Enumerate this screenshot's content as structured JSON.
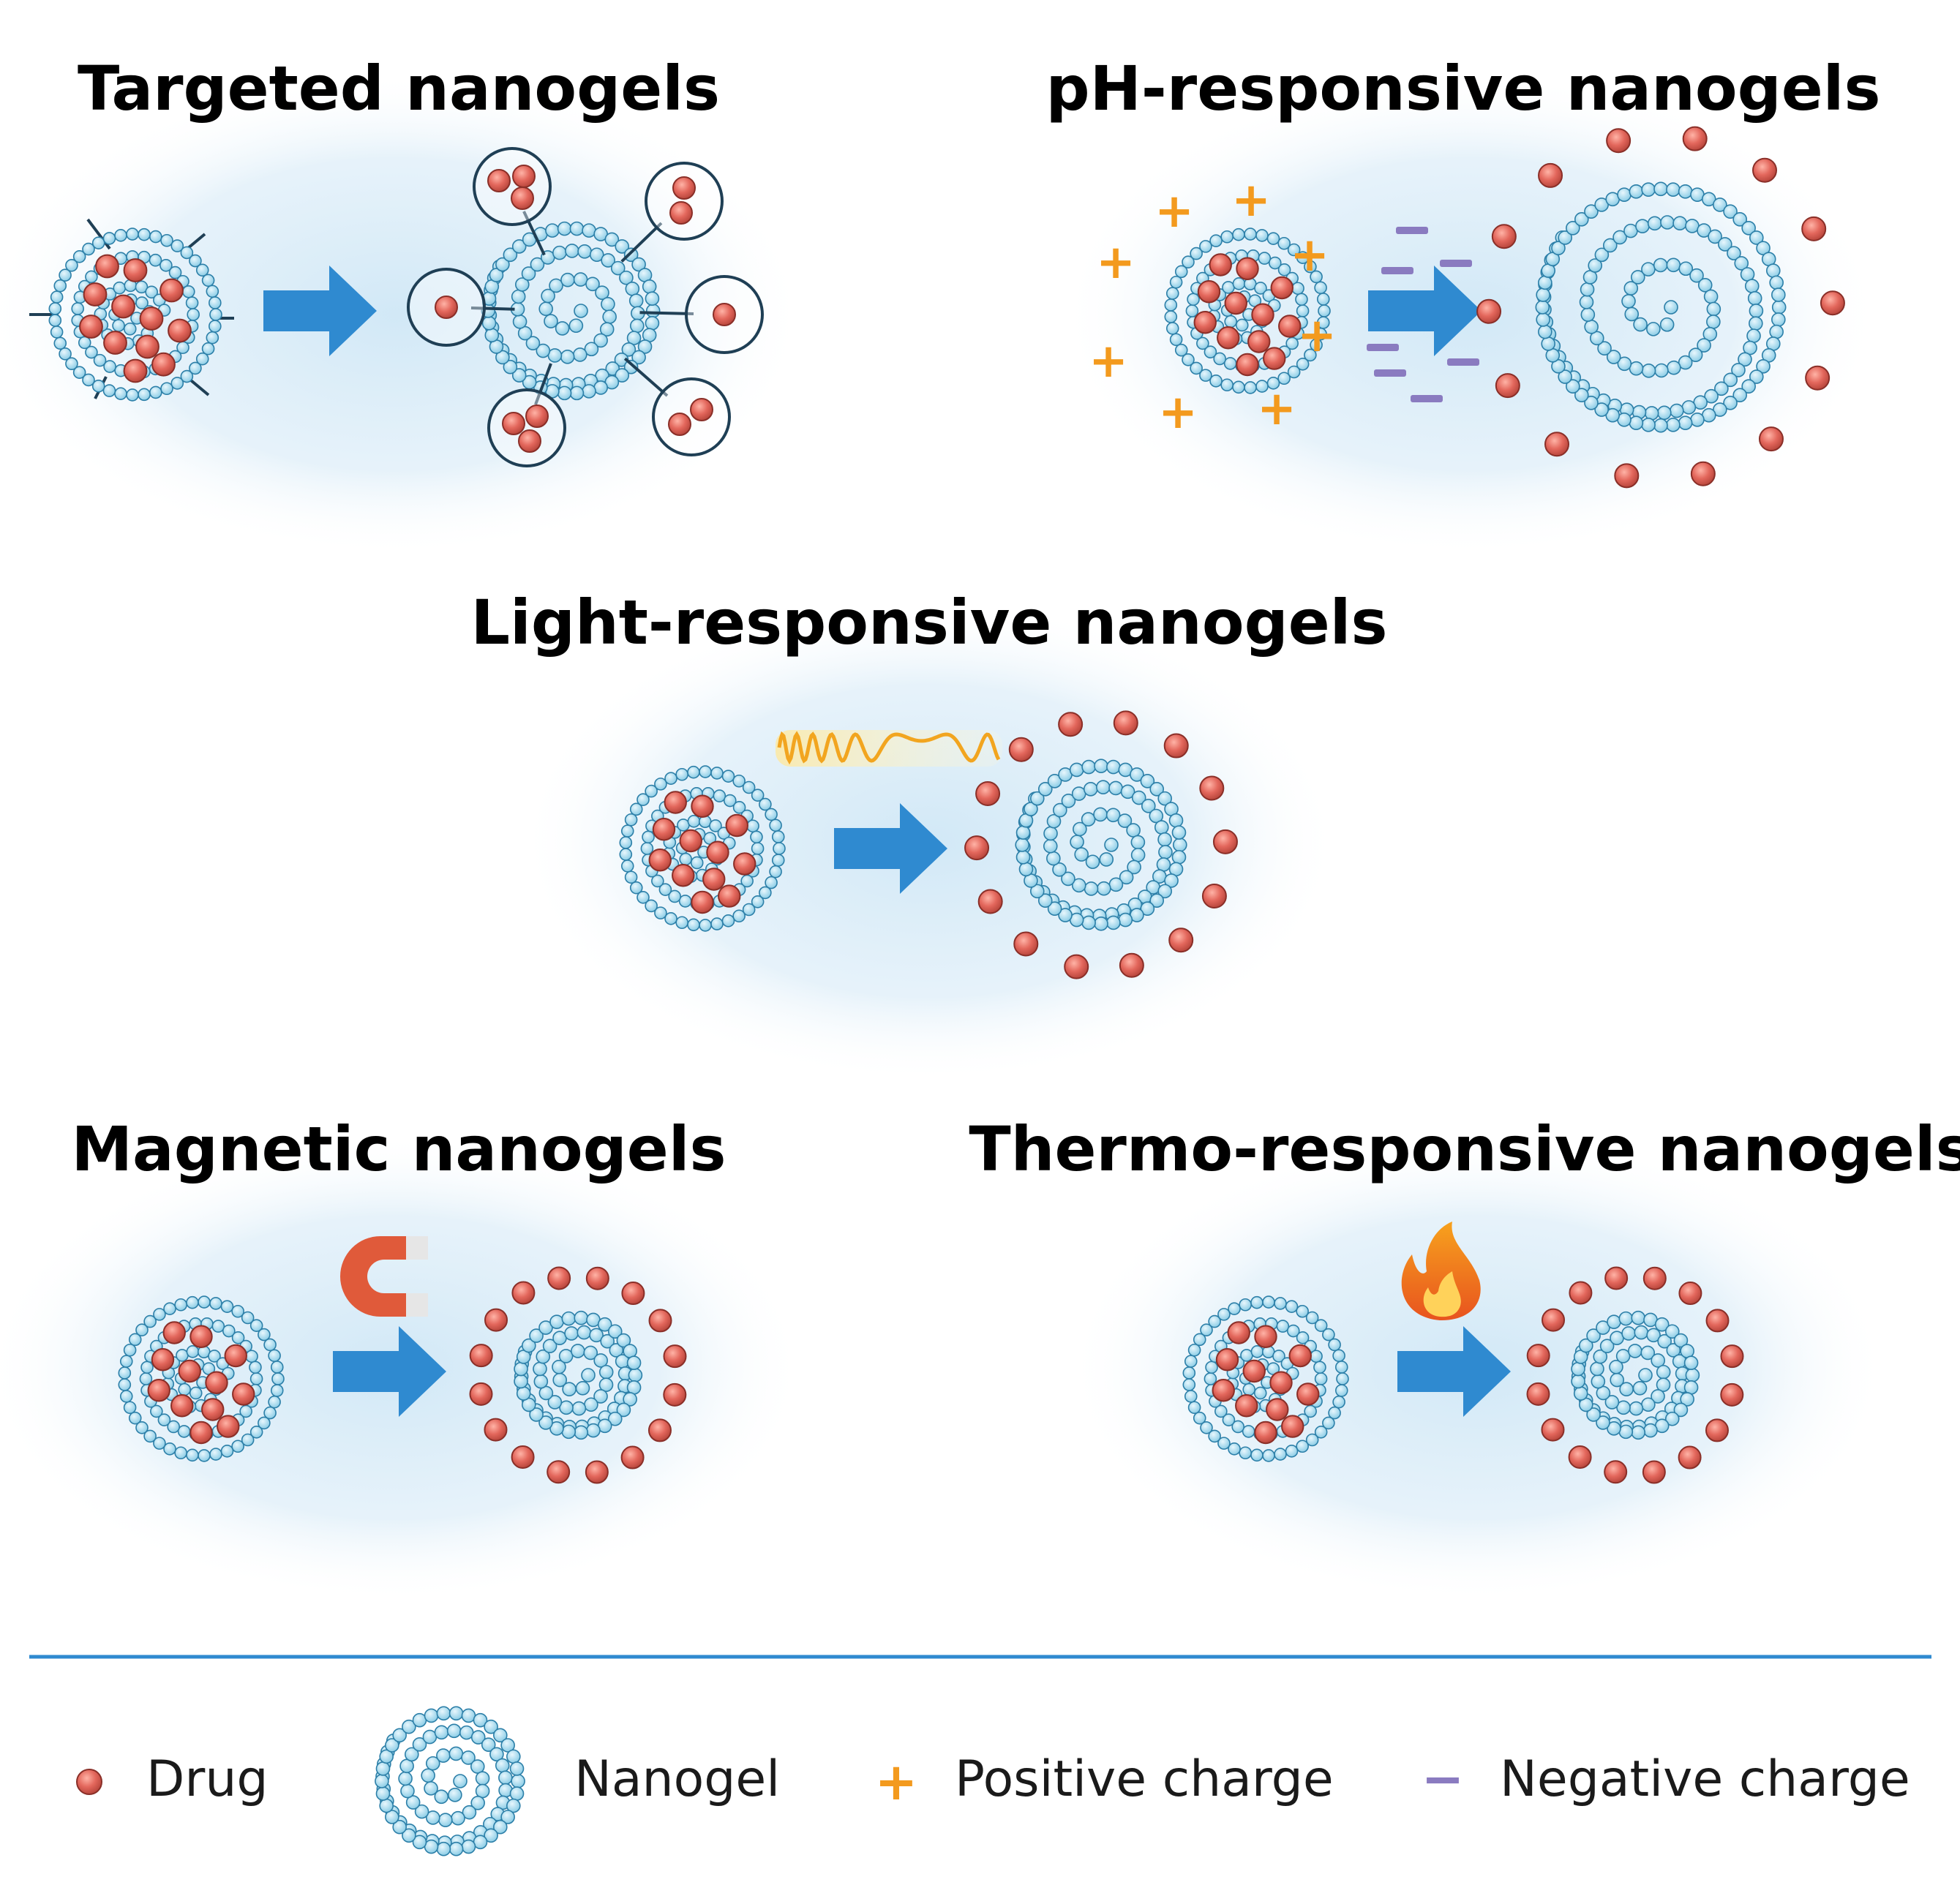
{
  "colors": {
    "title": "#1a73bd",
    "arrow": "#2f8ad0",
    "drug_fill": "#e3675c",
    "drug_stroke": "#8a2f28",
    "bead_fill": "#a9dcef",
    "bead_stroke": "#2c7fa8",
    "glow": "#d6ecf8",
    "positive": "#f39a1e",
    "negative": "#8a7bc0",
    "divider": "#2f8ad0",
    "wave": "#f2a51f",
    "magnet": "#e05a3a"
  },
  "panels": {
    "targeted": {
      "title": "Targeted nanogels"
    },
    "ph": {
      "title": "pH-responsive nanogels"
    },
    "light": {
      "title": "Light-responsive nanogels"
    },
    "magnetic": {
      "title": "Magnetic nanogels"
    },
    "thermo": {
      "title": "Thermo-responsive nanogels"
    }
  },
  "icons": {
    "light": "light-wave-icon",
    "magnetic": "magnet-icon",
    "thermo": "flame-icon"
  },
  "legend": {
    "drug": "Drug",
    "nanogel": "Nanogel",
    "positive_symbol": "+",
    "positive": "Positive charge",
    "negative_symbol": "−",
    "negative": "Negative charge"
  }
}
